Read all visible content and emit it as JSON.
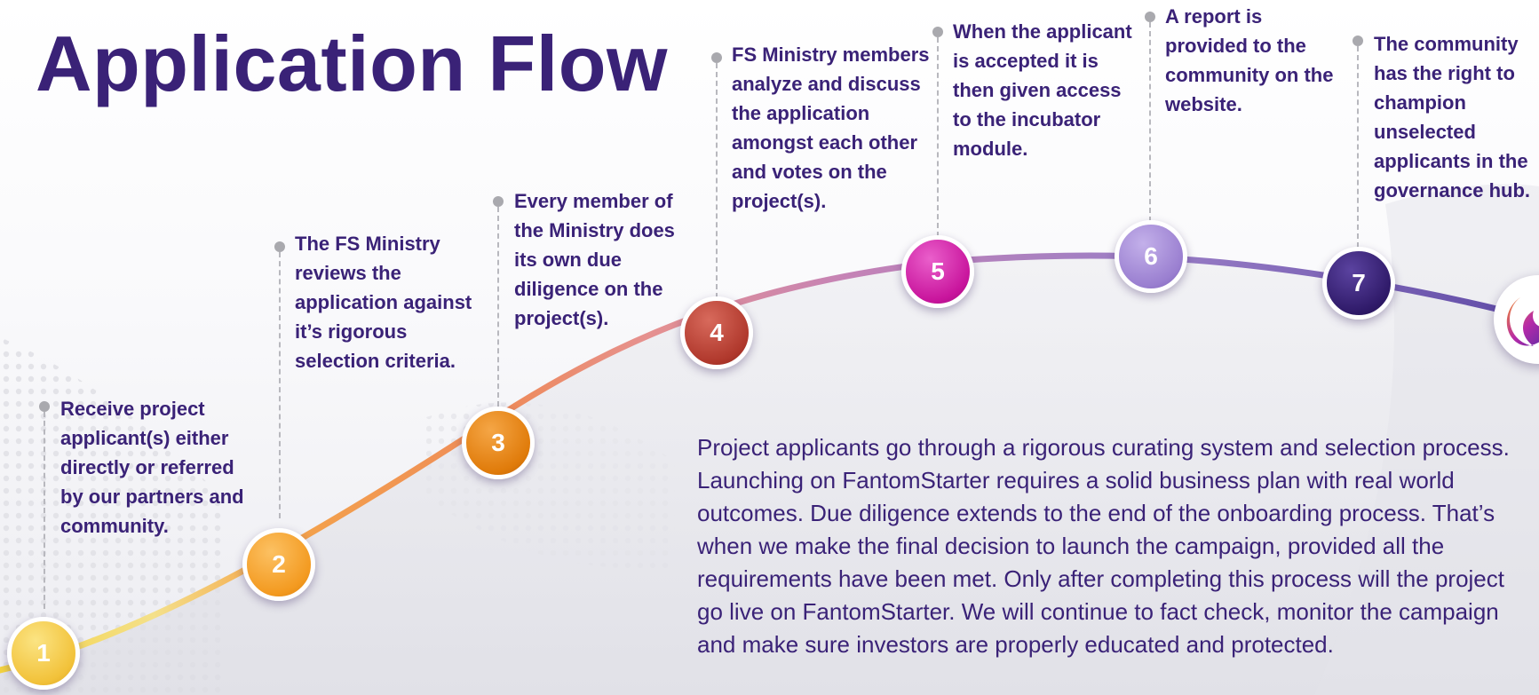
{
  "title": "Application Flow",
  "steps": [
    {
      "number": "1",
      "text": "Receive project applicant(s) either directly or referred by our partners and community.",
      "color": "#f2c23a"
    },
    {
      "number": "2",
      "text": "The FS Ministry reviews the application against it’s rigorous selection criteria.",
      "color": "#f39a20"
    },
    {
      "number": "3",
      "text": "Every member of the Ministry does its own due diligence on the project(s).",
      "color": "#e07b0a"
    },
    {
      "number": "4",
      "text": "FS Ministry members analyze and discuss the application amongst each other and votes on the project(s).",
      "color": "#b0382c"
    },
    {
      "number": "5",
      "text": "When the applicant is accepted it is then given access to the incubator module.",
      "color": "#c8149c"
    },
    {
      "number": "6",
      "text": "A report is provided to the community on the website.",
      "color": "#9a7fd0"
    },
    {
      "number": "7",
      "text": "The community has the right to champion unselected applicants in the governance hub.",
      "color": "#2f1a69"
    }
  ],
  "description": "Project applicants go through a rigorous curating system and selection process. Launching on FantomStarter requires a solid business plan with real world outcomes. Due diligence extends to the end of the onboarding process. That’s when we make the final decision to launch the campaign, provided all the requirements  have been met. Only after completing this process will the project go live on FantomStarter. We will continue to fact check, monitor the campaign and make sure investors are properly educated and protected.",
  "logo_icon": "fantomstarter-logo-icon",
  "colors": {
    "primary": "#3a2277"
  }
}
